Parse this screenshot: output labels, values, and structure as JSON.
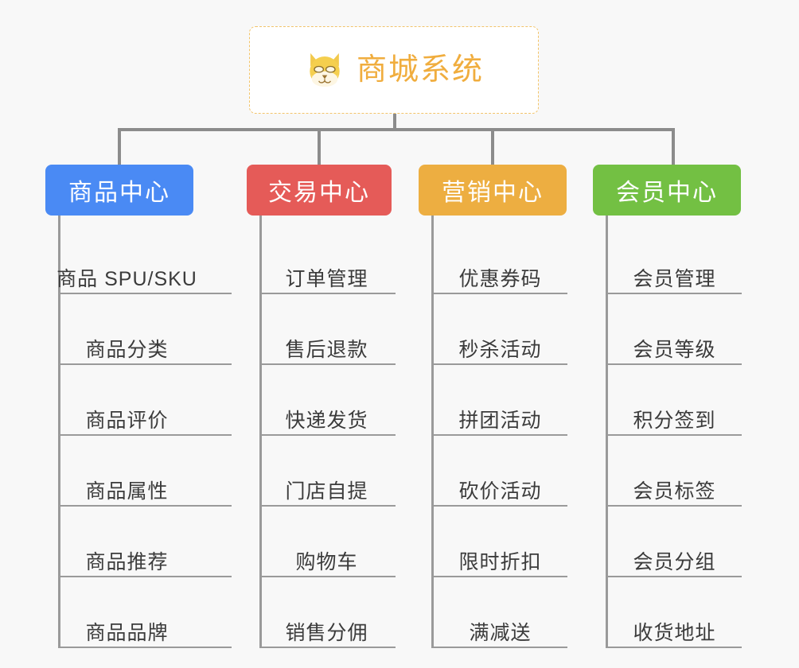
{
  "diagram": {
    "type": "org-chart",
    "title": "商城系统",
    "background_color": "#f8f8f8",
    "root": {
      "label": "商城系统",
      "icon": "shiba-dog-face-icon",
      "text_color": "#f0ad3e",
      "border_color": "#f2c46a",
      "background_color": "#ffffff"
    },
    "connector_color": "#8c8c8c",
    "columns": [
      {
        "id": "product-center",
        "header": "商品中心",
        "color": "#4a8af4",
        "items": [
          "商品 SPU/SKU",
          "商品分类",
          "商品评价",
          "商品属性",
          "商品推荐",
          "商品品牌"
        ]
      },
      {
        "id": "trade-center",
        "header": "交易中心",
        "color": "#e55b58",
        "items": [
          "订单管理",
          "售后退款",
          "快递发货",
          "门店自提",
          "购物车",
          "销售分佣"
        ]
      },
      {
        "id": "marketing-center",
        "header": "营销中心",
        "color": "#edae41",
        "items": [
          "优惠券码",
          "秒杀活动",
          "拼团活动",
          "砍价活动",
          "限时折扣",
          "满减送"
        ]
      },
      {
        "id": "member-center",
        "header": "会员中心",
        "color": "#73c043",
        "items": [
          "会员管理",
          "会员等级",
          "积分签到",
          "会员标签",
          "会员分组",
          "收货地址"
        ]
      }
    ]
  }
}
